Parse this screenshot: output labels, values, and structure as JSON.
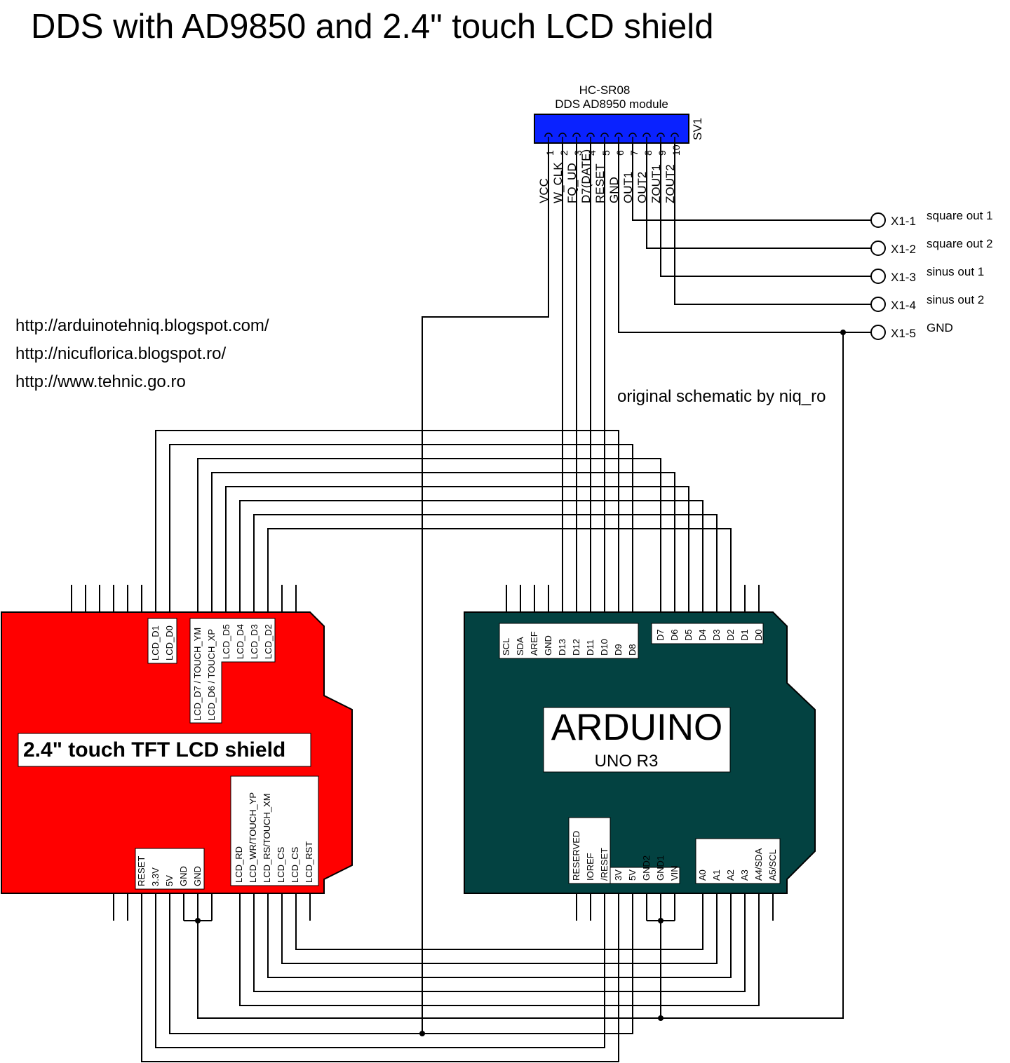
{
  "title": "DDS with AD9850 and 2.4\" touch LCD shield",
  "links": [
    "http://arduinotehniq.blogspot.com/",
    "http://nicuflorica.blogspot.ro/",
    "http://www.tehnic.go.ro"
  ],
  "credit": "original schematic by niq_ro",
  "module": {
    "name": "HC-SR08",
    "subtitle": "DDS AD8950 module",
    "ref": "SV1",
    "pin_numbers": [
      "1",
      "2",
      "3",
      "4",
      "5",
      "6",
      "7",
      "8",
      "9",
      "10"
    ],
    "pin_names": [
      "VCC",
      "W_CLK",
      "FQ_UD",
      "D7(DATE)",
      "RESET",
      "GND",
      "OUT1",
      "OUT2",
      "ZOUT1",
      "ZOUT2"
    ]
  },
  "terminals": [
    {
      "ref": "X1-1",
      "label": "square out 1"
    },
    {
      "ref": "X1-2",
      "label": "square out 2"
    },
    {
      "ref": "X1-3",
      "label": "sinus out 1"
    },
    {
      "ref": "X1-4",
      "label": "sinus out 2"
    },
    {
      "ref": "X1-5",
      "label": "GND"
    }
  ],
  "lcd_shield": {
    "title": "2.4\" touch TFT LCD shield",
    "color": "#ff0000",
    "top_box1": [
      "LCD_D1",
      "LCD_D0"
    ],
    "top_box2_tall": [
      "LCD_D7 / TOUCH_YM",
      "LCD_D6 / TOUCH_XP"
    ],
    "top_box2_short": [
      "LCD_D5",
      "LCD_D4",
      "LCD_D3",
      "LCD_D2"
    ],
    "power_box": [
      "RESET",
      "3.3V",
      "5V",
      "GND",
      "GND"
    ],
    "analog_box": [
      "LCD_RD",
      "LCD_WR/TOUCH_YP",
      "LCD_RS/TOUCH_XM",
      "LCD_CS",
      "LCD_CS",
      "LCD_RST"
    ]
  },
  "arduino": {
    "title": "ARDUINO",
    "subtitle": "UNO R3",
    "color": "#034241",
    "header1": [
      "SCL",
      "SDA",
      "AREF",
      "GND",
      "D13",
      "D12",
      "D11",
      "D10",
      "D9",
      "D8"
    ],
    "header2": [
      "D7",
      "D6",
      "D5",
      "D4",
      "D3",
      "D2",
      "D1",
      "D0"
    ],
    "power1": [
      "RESERVED",
      "IOREF",
      "/RESET"
    ],
    "power2": [
      "3V",
      "5V",
      "GND2",
      "GND1",
      "VIN"
    ],
    "analog": [
      "A0",
      "A1",
      "A2",
      "A3",
      "A4/SDA",
      "A5/SCL"
    ]
  }
}
